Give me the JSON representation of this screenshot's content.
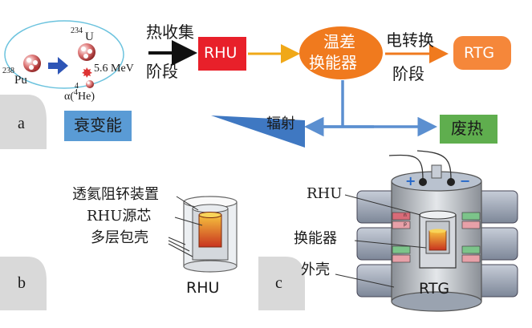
{
  "panels": {
    "a": "a",
    "b": "b",
    "c": "c"
  },
  "decay": {
    "parent": "Pu",
    "parent_mass": "238",
    "daughter": "U",
    "daughter_mass": "234",
    "energy": "5.6 MeV",
    "alpha": "α(",
    "alpha_mass": "4",
    "alpha_tail": "He)"
  },
  "flow": {
    "heat_stage": [
      "热收集",
      "阶段"
    ],
    "rhu": "RHU",
    "converter": [
      "温差",
      "换能器"
    ],
    "elec_stage": [
      "电转换",
      "阶段"
    ],
    "rtg": "RTG",
    "decay_energy": "衰变能",
    "radiation": "辐射",
    "waste_heat": "废热"
  },
  "rhu_panel": {
    "labels": [
      "透氦阻钚装置",
      "RHU源芯",
      "多层包壳"
    ],
    "caption": "RHU"
  },
  "rtg_panel": {
    "labels": [
      "RHU",
      "换能器",
      "外壳"
    ],
    "caption": "RTG",
    "plus": "+",
    "minus": "−",
    "n": "n",
    "p": "p"
  },
  "colors": {
    "rhu_red": "#e8202a",
    "converter_orange": "#f07a1e",
    "rtg_orange": "#f5873a",
    "decay_blue": "#5a9bd5",
    "waste_green": "#5fae4e",
    "arrow_blue": "#5b8fd0",
    "arrow_yellow": "#f0a818"
  }
}
